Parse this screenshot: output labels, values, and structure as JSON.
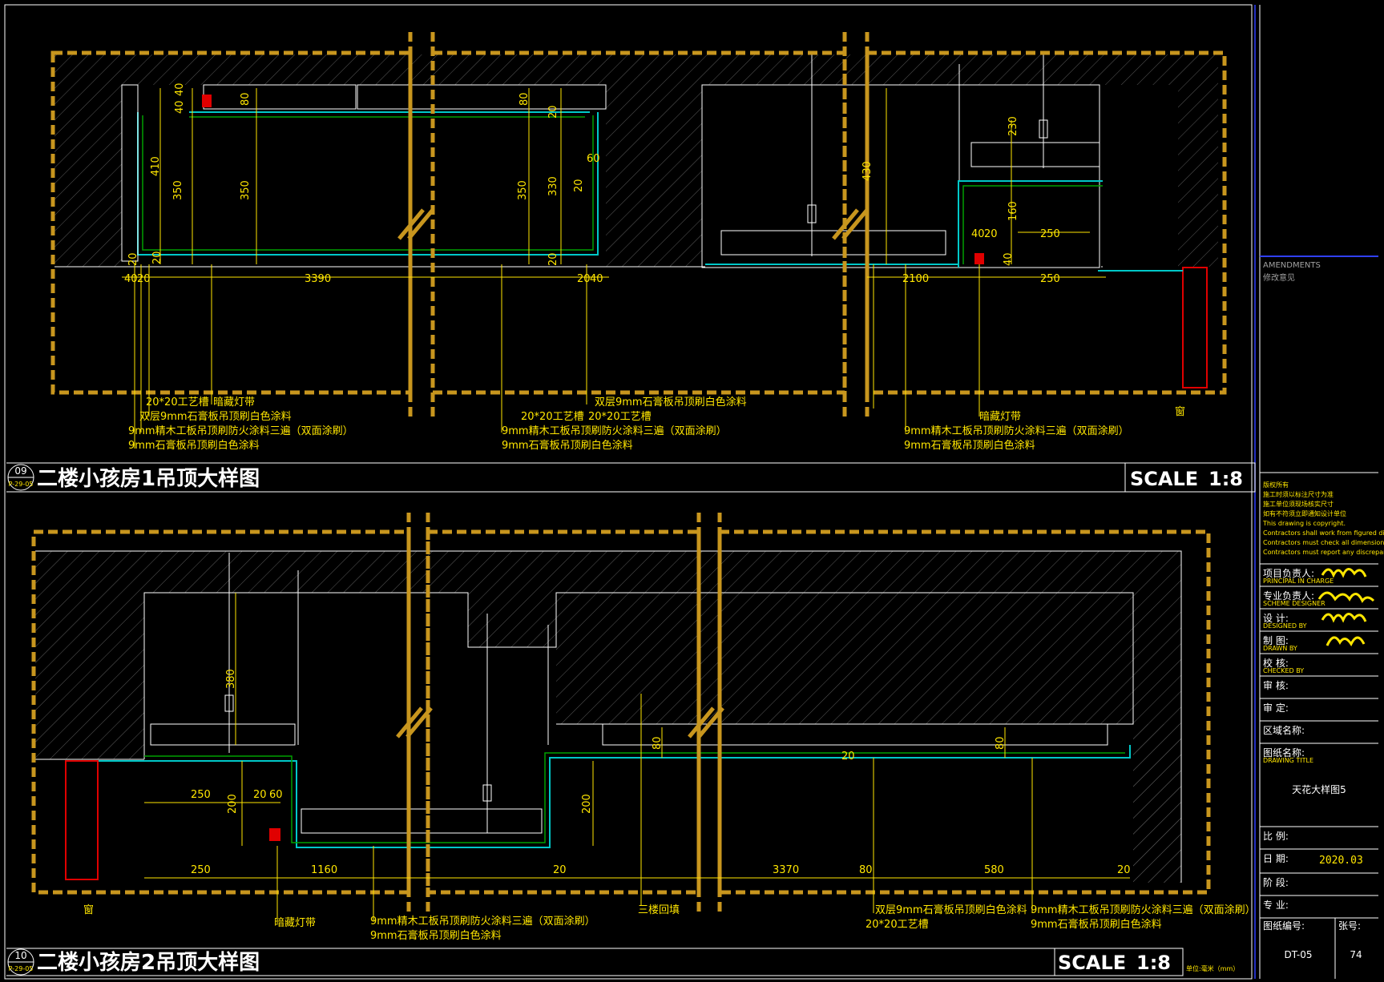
{
  "drawing1": {
    "badge_num": "09",
    "badge_ref": "P-29-05",
    "title": "二楼小孩房1吊顶大样图",
    "scale_label": "SCALE",
    "scale_value": "1:8",
    "dims": [
      "40",
      "40",
      "80",
      "410",
      "350",
      "350",
      "80",
      "20",
      "350",
      "330",
      "20",
      "60",
      "20",
      "20",
      "20",
      "40",
      "20",
      "3390",
      "20",
      "40",
      "430",
      "230",
      "160",
      "40",
      "20",
      "250",
      "40",
      "250",
      "2100"
    ],
    "notes_left": [
      "20*20工艺槽",
      "暗藏灯带",
      "双层9mm石膏板吊顶刷白色涂料",
      "9mm精木工板吊顶刷防火涂料三遍（双面涂刷）",
      "9mm石膏板吊顶刷白色涂料"
    ],
    "notes_mid": [
      "双层9mm石膏板吊顶刷白色涂料",
      "20*20工艺槽",
      "20*20工艺槽",
      "9mm精木工板吊顶刷防火涂料三遍（双面涂刷）",
      "9mm石膏板吊顶刷白色涂料"
    ],
    "notes_right": [
      "暗藏灯带",
      "9mm精木工板吊顶刷防火涂料三遍（双面涂刷）",
      "9mm石膏板吊顶刷白色涂料"
    ],
    "window": "窗"
  },
  "drawing2": {
    "badge_num": "10",
    "badge_ref": "P-29-05",
    "title": "二楼小孩房2吊顶大样图",
    "scale_label": "SCALE",
    "scale_value": "1:8",
    "dims": [
      "380",
      "250",
      "20",
      "60",
      "200",
      "250",
      "1160",
      "20",
      "80",
      "200",
      "3370",
      "80",
      "20",
      "580",
      "20",
      "80"
    ],
    "window": "窗",
    "note_light": "暗藏灯带",
    "notes_a": [
      "9mm精木工板吊顶刷防火涂料三遍（双面涂刷）",
      "9mm石膏板吊顶刷白色涂料"
    ],
    "note_b": "三楼回填",
    "notes_c": [
      "双层9mm石膏板吊顶刷白色涂料",
      "20*20工艺槽"
    ],
    "notes_d": [
      "9mm精木工板吊顶刷防火涂料三遍（双面涂刷）",
      "9mm石膏板吊顶刷白色涂料"
    ],
    "unit": "单位:毫米（mm）"
  },
  "title_block": {
    "amendments_en": "AMENDMENTS",
    "amendments": "修改意见",
    "notice": [
      "版权所有",
      "施工时须以标注尺寸为准",
      "施工单位须现场核实尺寸",
      "如有不符须立即通知设计单位",
      "This drawing is copyright.",
      "Contractors shall work from figured dimensions only.",
      "Contractors must check all dimensions on site.",
      "Contractors must report any discrepancies to architects."
    ],
    "rows": [
      {
        "label": "项目负责人:",
        "en": "PRINCIPAL IN CHARGE",
        "value": ""
      },
      {
        "label": "专业负责人:",
        "en": "SCHEME DESIGNER",
        "value": ""
      },
      {
        "label": "设    计:",
        "en": "DESIGNED BY",
        "value": ""
      },
      {
        "label": "制    图:",
        "en": "DRAWN BY",
        "value": ""
      },
      {
        "label": "校    核:",
        "en": "CHECKED BY",
        "value": ""
      },
      {
        "label": "审    核:",
        "en": "",
        "value": ""
      },
      {
        "label": "审    定:",
        "en": "",
        "value": ""
      },
      {
        "label": "区域名称:",
        "en": "",
        "value": ""
      },
      {
        "label": "图纸名称:",
        "en": "DRAWING TITLE",
        "value": ""
      }
    ],
    "drawing_name": "天花大样图5",
    "scale_label": "比    例:",
    "date_label": "日    期:",
    "date_value": "2020.03",
    "stage_label": "阶    段:",
    "discipline_label": "专    业:",
    "drawing_no_label": "图纸编号:",
    "drawing_no": "DT-05",
    "sheet_label": "张号:",
    "sheet_no": "74"
  },
  "colors": {
    "frame": "#c8961e",
    "line": "#ffffff",
    "dim": "#ffe600",
    "hatch": "#5a5a5a",
    "cyan": "#00c8c8",
    "green": "#00a000",
    "red": "#e00000",
    "blue": "#3040ff"
  }
}
